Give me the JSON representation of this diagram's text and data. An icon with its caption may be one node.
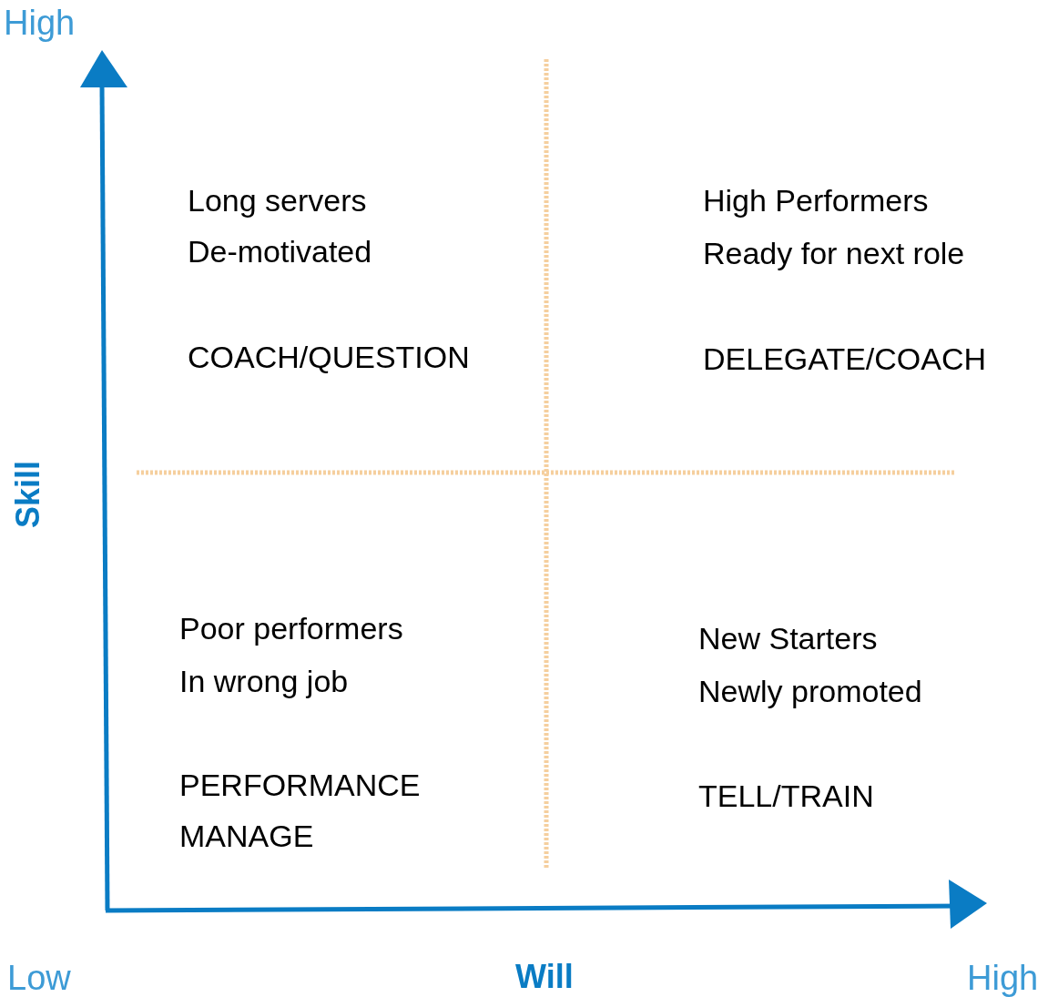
{
  "diagram": {
    "labels": [
      "High",
      "Long servers",
      "De-motivated",
      "High Performers",
      "Ready for next role",
      "COACH/QUESTION",
      "DELEGATE/COACH",
      "Skill",
      "Poor performers",
      "In wrong job",
      "New Starters",
      "Newly promoted",
      "PERFORMANCE MANAGE",
      "TELL/TRAIN",
      "Low",
      "Will",
      "High"
    ]
  }
}
